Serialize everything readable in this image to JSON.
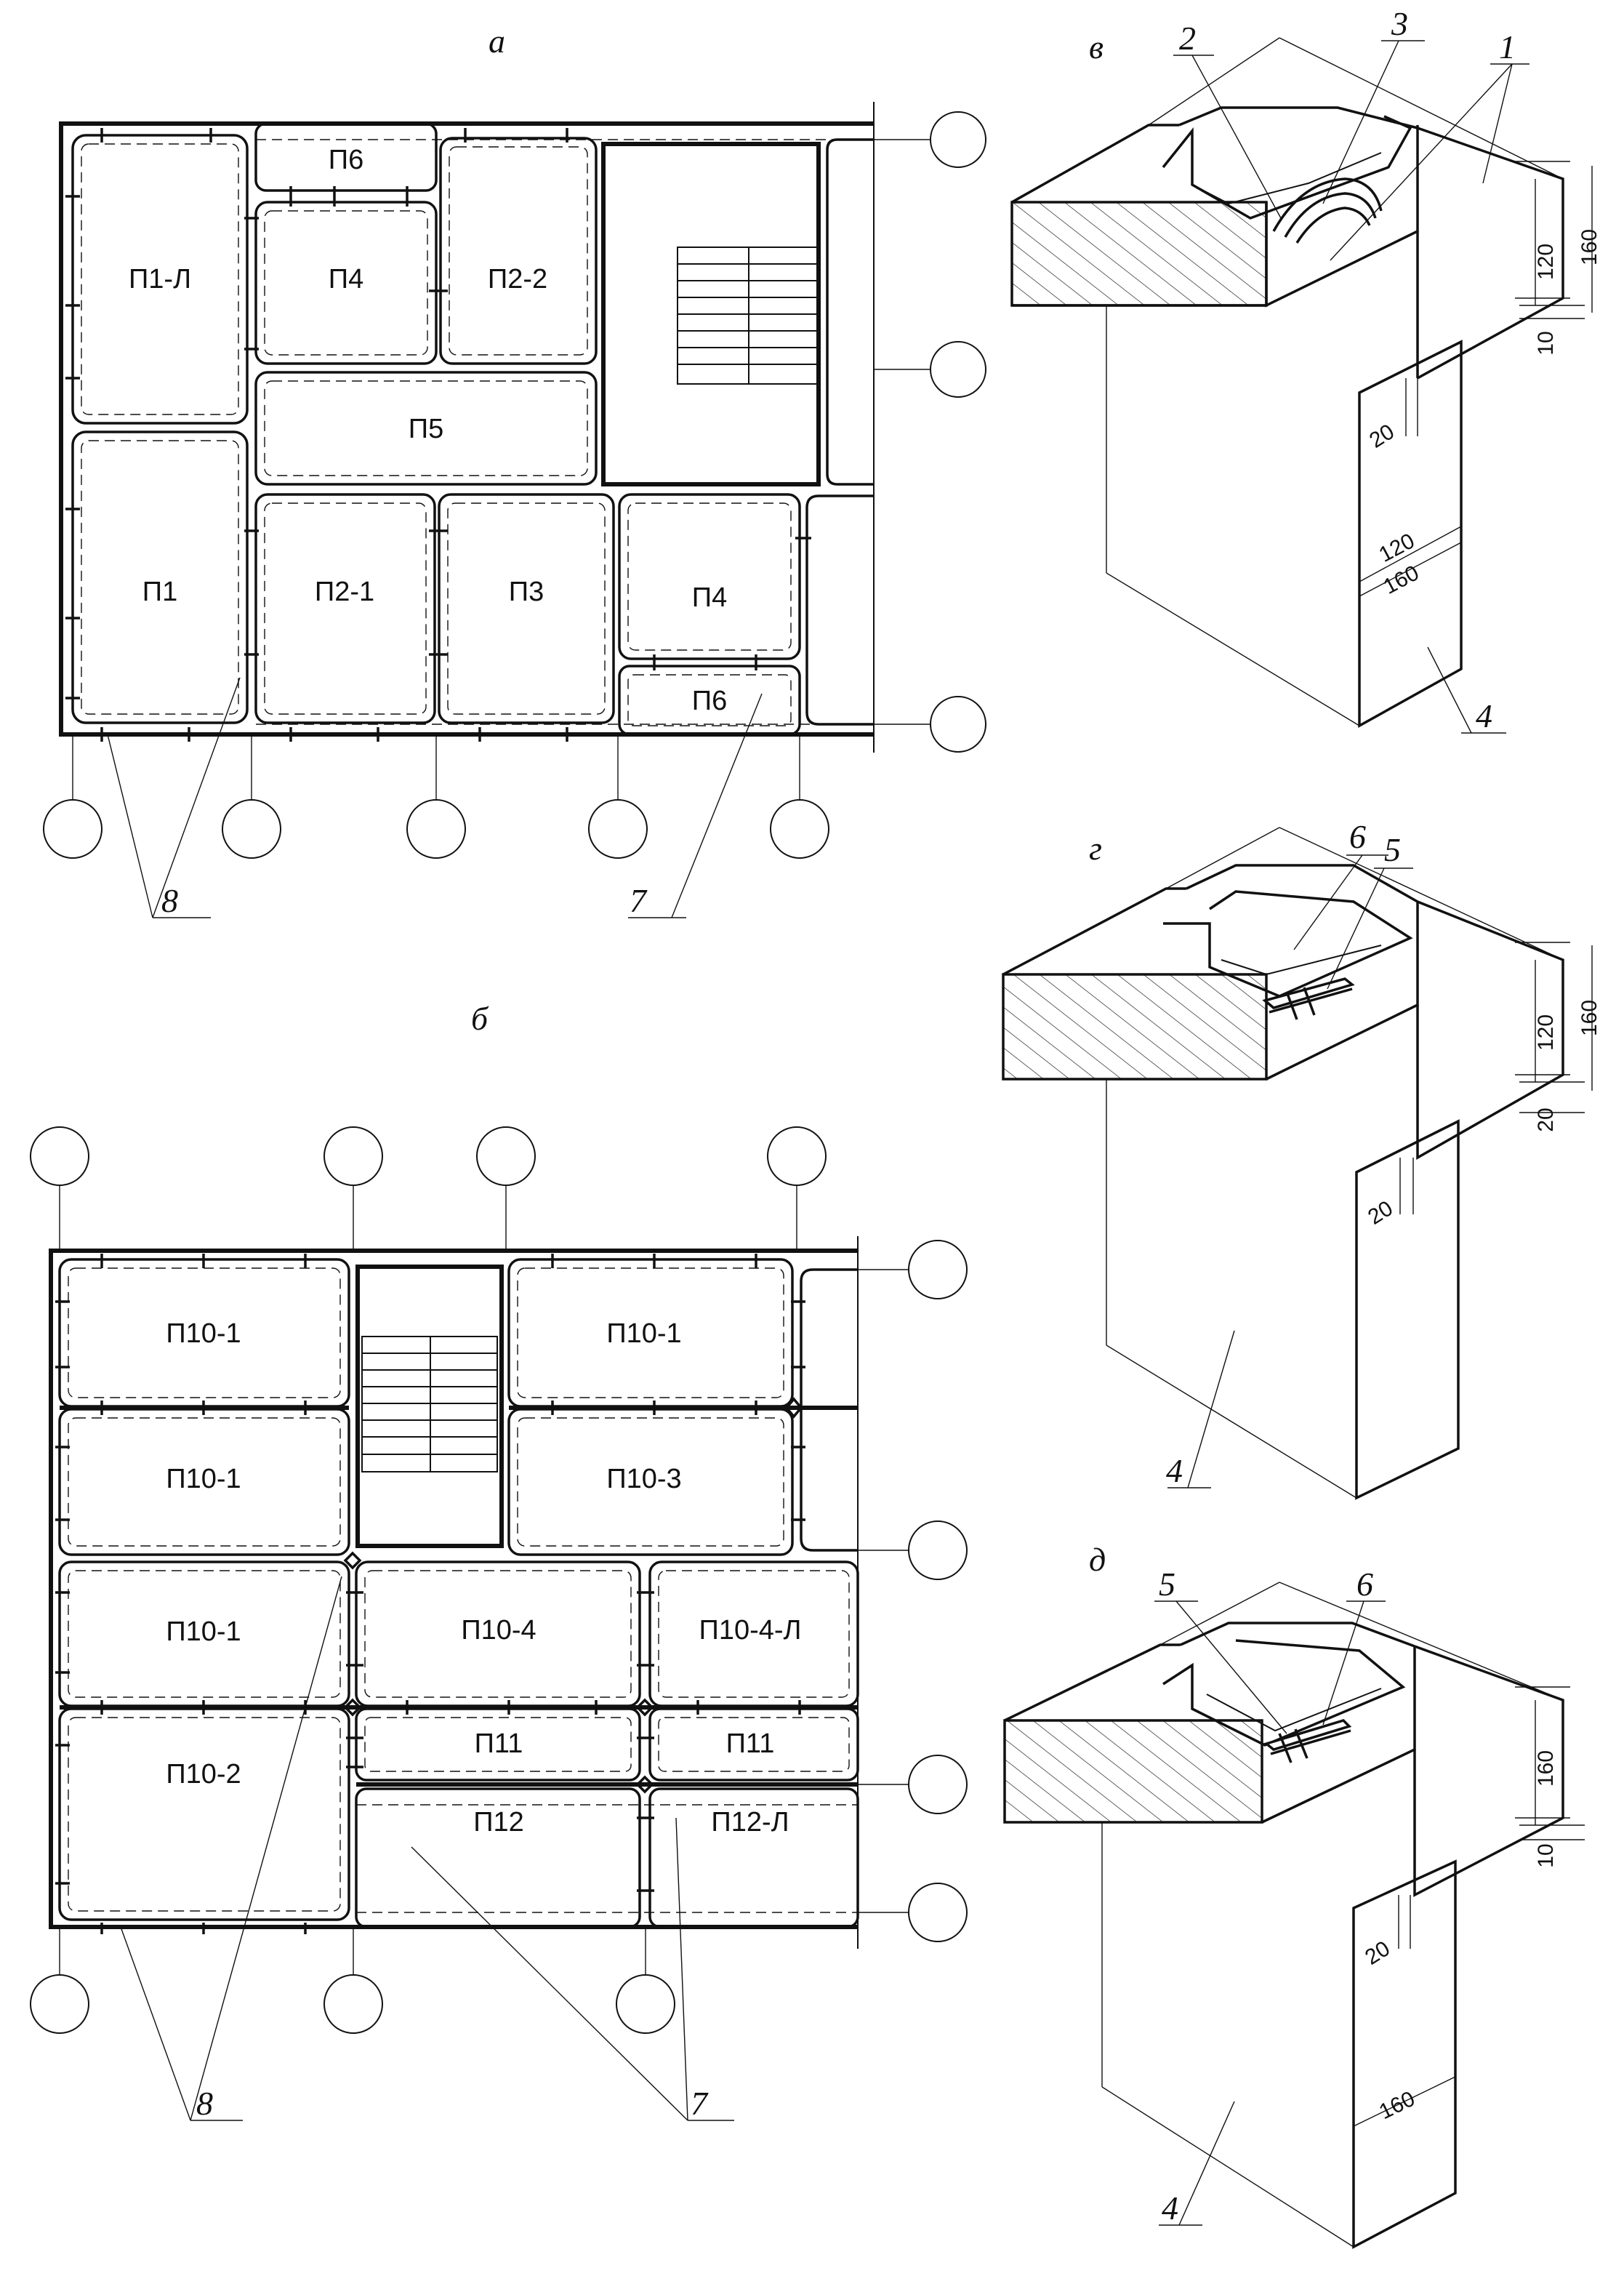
{
  "figure_letters": {
    "a": "а",
    "b": "б",
    "v": "в",
    "g": "г",
    "d": "д"
  },
  "plan_a": {
    "panels": {
      "p1l": "П1-Л",
      "p6_top": "П6",
      "p4_top": "П4",
      "p2_2": "П2-2",
      "p5": "П5",
      "p1": "П1",
      "p2_1": "П2-1",
      "p3": "П3",
      "p4_bottom": "П4",
      "p6_bottom": "П6"
    },
    "callouts": {
      "c8": "8",
      "c7": "7"
    }
  },
  "plan_b": {
    "panels": {
      "p10_1_a": "П10-1",
      "p10_1_b": "П10-1",
      "p10_1_c": "П10-1",
      "p10_1_d": "П10-1",
      "p10_3": "П10-3",
      "p10_2": "П10-2",
      "p10_4": "П10-4",
      "p10_4l": "П10-4-Л",
      "p11_a": "П11",
      "p11_b": "П11",
      "p12": "П12",
      "p12l": "П12-Л"
    },
    "callouts": {
      "c8": "8",
      "c7": "7"
    }
  },
  "detail_v": {
    "callouts": {
      "c1": "1",
      "c2": "2",
      "c3": "3",
      "c4": "4"
    },
    "dims": {
      "d160": "160",
      "d120": "120",
      "d10": "10",
      "d20": "20",
      "d120b": "120",
      "d160b": "160"
    }
  },
  "detail_g": {
    "callouts": {
      "c4": "4",
      "c5": "5",
      "c6": "6"
    },
    "dims": {
      "d160": "160",
      "d120": "120",
      "d20": "20",
      "d20b": "20"
    }
  },
  "detail_d": {
    "callouts": {
      "c4": "4",
      "c5": "5",
      "c6": "6"
    },
    "dims": {
      "d160": "160",
      "d10": "10",
      "d20": "20",
      "d160b": "160"
    }
  }
}
